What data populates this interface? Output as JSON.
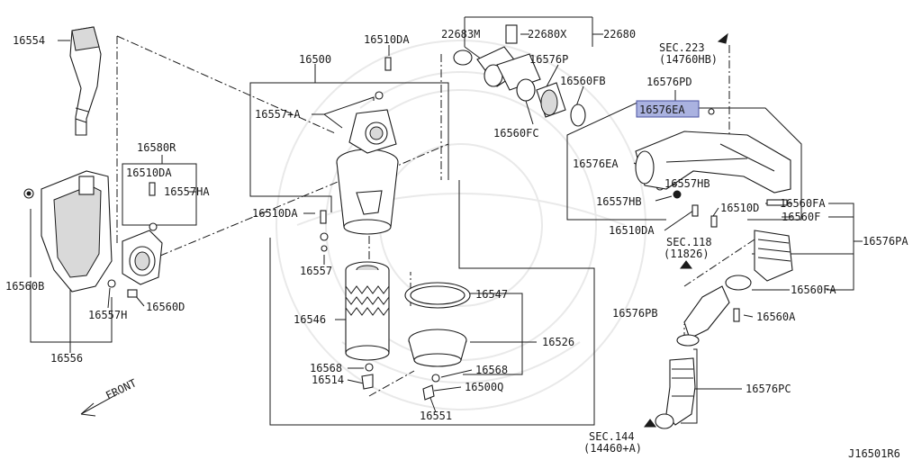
{
  "diagram_id": "J16501R6",
  "front_label": "FRONT",
  "highlight_color": "#aab2e0",
  "labels": {
    "p16554": "16554",
    "p16510DA_top": "16510DA",
    "p22683M": "22683M",
    "p22680X": "22680X",
    "p22680": "22680",
    "sec223_a": "SEC.223",
    "sec223_b": "(14760HB)",
    "p16500": "16500",
    "p16576P": "16576P",
    "p16560FB": "16560FB",
    "p16576PD": "16576PD",
    "p16557A": "16557+A",
    "p16576EA_hl": "16576EA",
    "p16560FC": "16560FC",
    "p16580R": "16580R",
    "p16510DA_left": "16510DA",
    "p16557HA": "16557HA",
    "p16576EA": "16576EA",
    "p16557HB_r": "16557HB",
    "p16557HB_l": "16557HB",
    "p16510D": "16510D",
    "p16560FA_top": "16560FA",
    "p16560F": "16560F",
    "p16510DA_mid": "16510DA",
    "p16510DA_low": "16510DA",
    "sec118_a": "SEC.118",
    "sec118_b": "(11826)",
    "p16576PA": "16576PA",
    "p16557": "16557",
    "p16560B": "16560B",
    "p16557H": "16557H",
    "p16560D": "16560D",
    "p16547": "16547",
    "p16560FA_low": "16560FA",
    "p16546": "16546",
    "p16576PB": "16576PB",
    "p16560A": "16560A",
    "p16526": "16526",
    "p16556": "16556",
    "p16568_l": "16568",
    "p16568_r": "16568",
    "p16514": "16514",
    "p16500Q": "16500Q",
    "p16576PC": "16576PC",
    "p16551": "16551",
    "sec144_a": "SEC.144",
    "sec144_b": "(14460+A)"
  }
}
